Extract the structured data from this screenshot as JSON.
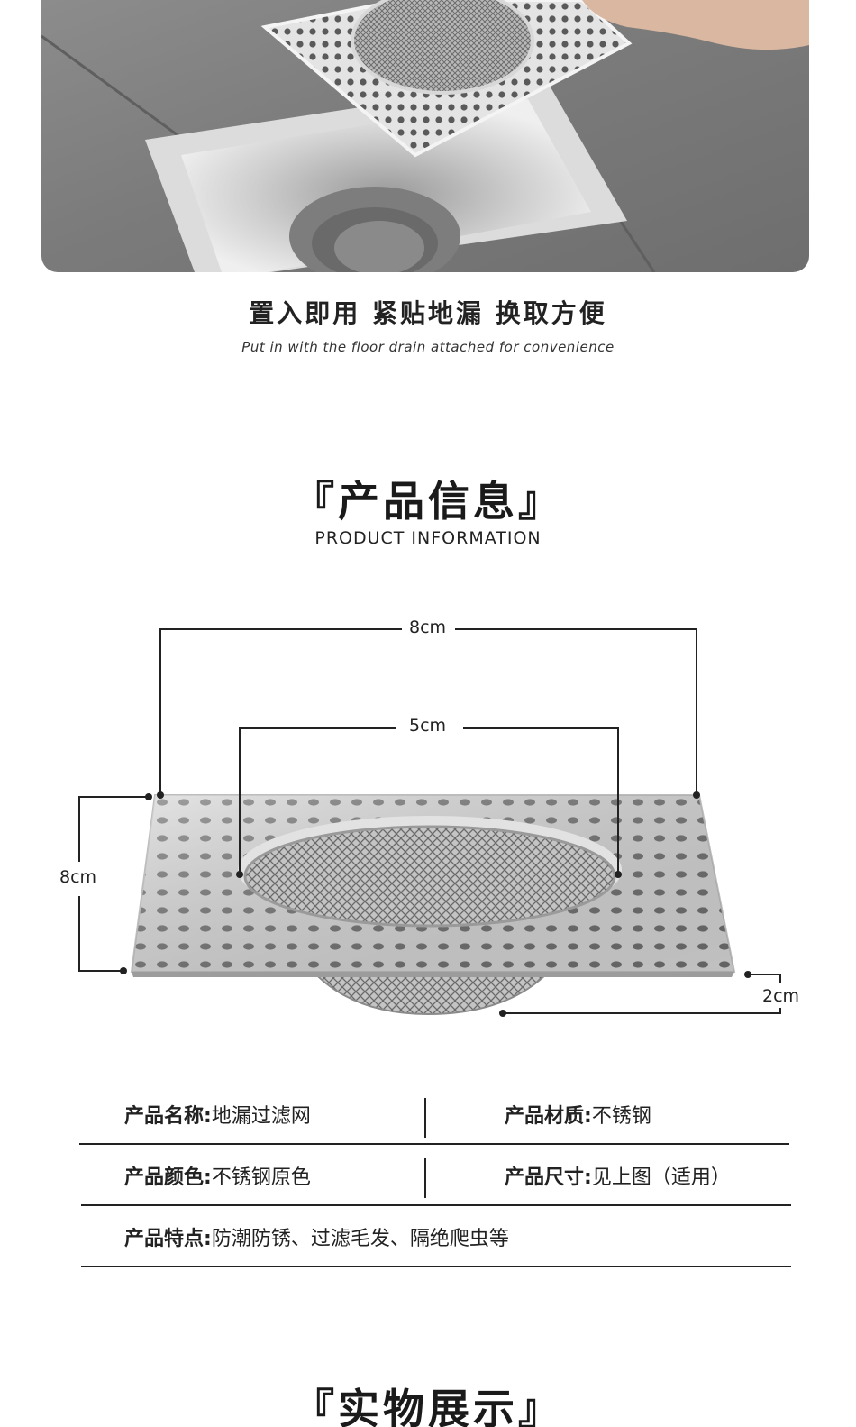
{
  "photo": {
    "caption_cn": "置入即用 紧贴地漏 换取方便",
    "caption_en": "Put in with the floor drain attached for convenience"
  },
  "product_info": {
    "title": "『产品信息』",
    "subtitle": "PRODUCT INFORMATION",
    "dimensions": {
      "outer_width": "8cm",
      "basket_width": "5cm",
      "height": "8cm",
      "depth": "2cm"
    }
  },
  "specs": {
    "name_label": "产品名称:",
    "name_value": "地漏过滤网",
    "material_label": "产品材质:",
    "material_value": "不锈钢",
    "color_label": "产品颜色:",
    "color_value": "不锈钢原色",
    "size_label": "产品尺寸:",
    "size_value": "见上图（适用）",
    "feature_label": "产品特点:",
    "feature_value": "防潮防锈、过滤毛发、隔绝爬虫等"
  },
  "showcase": {
    "title": "『实物展示』"
  }
}
